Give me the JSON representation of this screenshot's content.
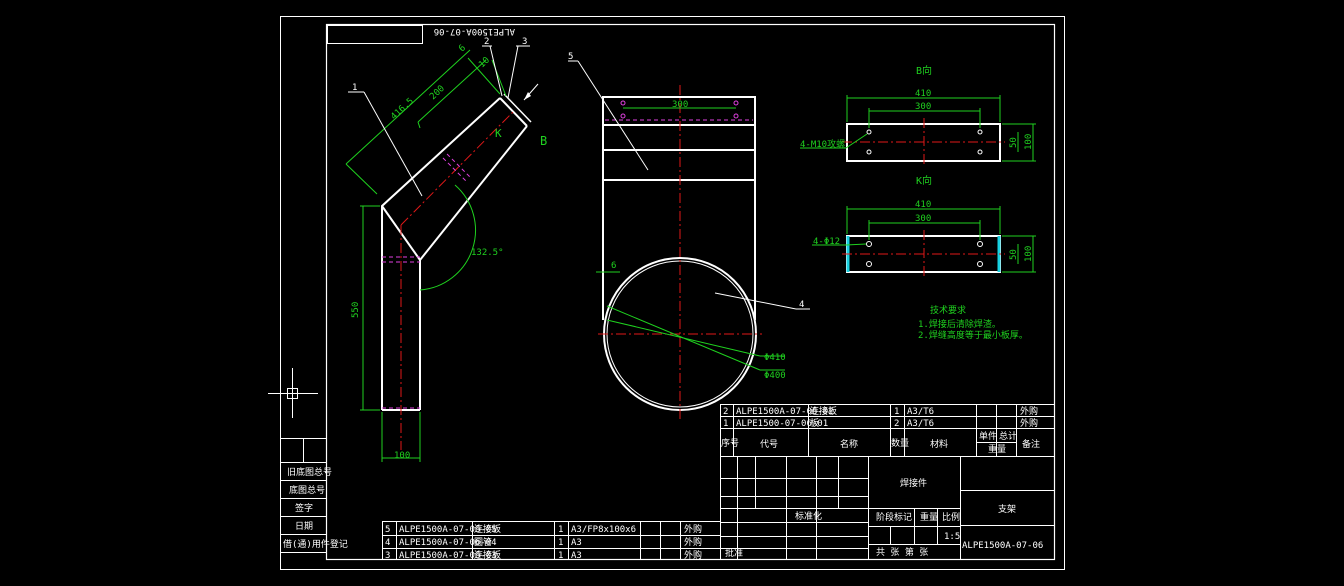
{
  "drawing": {
    "number_stamp": "ALPE1500A-07-06",
    "view_b_label": "B向",
    "view_k_label": "K向",
    "arrow_b_label": "B",
    "arrow_k_label": "K"
  },
  "dimensions": {
    "elbow_length": "416.5",
    "elbow_inner": "200",
    "thickness_top": "6",
    "thickness_small": "10",
    "vertical_length": "550",
    "bottom_width": "100",
    "angle": "132.5°",
    "front_top_width": "300",
    "front_wall": "6",
    "dia_outer": "Φ410",
    "dia_inner": "Φ400",
    "b_outer": "410",
    "b_inner": "300",
    "b_height_small": "50",
    "b_height_big": "100",
    "b_hole_note": "4-M10攻螺",
    "k_outer": "410",
    "k_inner": "300",
    "k_height_small": "50",
    "k_height_big": "100",
    "k_hole_note": "4-Φ12"
  },
  "balloons": [
    "1",
    "2",
    "3",
    "4",
    "5"
  ],
  "tech_req": {
    "title": "技术要求",
    "line1": "1.焊接后清除焊渣。",
    "line2": "2.焊缝高度等于最小板厚。"
  },
  "upper_bom": [
    {
      "no": "2",
      "code": "ALPE1500A-07-06-02",
      "name": "连接板",
      "qty": "1",
      "mat": "A3/T6",
      "note": "外购"
    },
    {
      "no": "1",
      "code": "ALPE1500-07-06-01",
      "name": "板",
      "qty": "2",
      "mat": "A3/T6",
      "note": "外购"
    }
  ],
  "bom_header": {
    "no": "序号",
    "code": "代号",
    "name": "名称",
    "qty": "数量",
    "mat": "材料",
    "unit_w": "单件",
    "total_w": "总计",
    "weight": "重量",
    "note": "备注"
  },
  "lower_bom": [
    {
      "no": "5",
      "code": "ALPE1500A-07-06-05",
      "name": "连接板",
      "qty": "1",
      "mat": "A3/FP8x100x6",
      "note": "外购"
    },
    {
      "no": "4",
      "code": "ALPE1500A-07-06-04",
      "name": "圆管",
      "qty": "1",
      "mat": "A3",
      "note": "外购"
    },
    {
      "no": "3",
      "code": "ALPE1500A-07-06-03",
      "name": "连接板",
      "qty": "1",
      "mat": "A3",
      "note": "外购"
    }
  ],
  "title_block": {
    "part_type": "焊接件",
    "part_name": "支架",
    "drawing_no": "ALPE1500A-07-06",
    "scale": "1:5",
    "stage": "阶段标记",
    "std": "标准化",
    "weight": "重量",
    "ratio": "比例",
    "approve": "批准",
    "sheet": "共 张 第 张"
  },
  "left_strip": [
    "旧底图总号",
    "底图总号",
    "签字",
    "日期",
    "借(通)用件登记"
  ]
}
